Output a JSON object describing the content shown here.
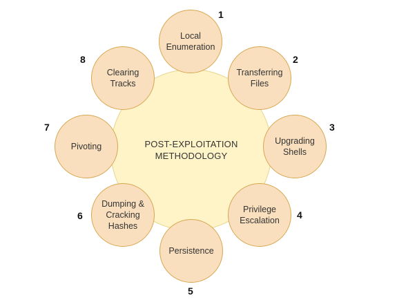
{
  "center": {
    "title": "POST-EXPLOITATION\nMETHODOLOGY"
  },
  "steps": [
    {
      "number": "1",
      "label": "Local\nEnumeration"
    },
    {
      "number": "2",
      "label": "Transferring\nFiles"
    },
    {
      "number": "3",
      "label": "Upgrading\nShells"
    },
    {
      "number": "4",
      "label": "Privilege\nEscalation"
    },
    {
      "number": "5",
      "label": "Persistence"
    },
    {
      "number": "6",
      "label": "Dumping &\nCracking\nHashes"
    },
    {
      "number": "7",
      "label": "Pivoting"
    },
    {
      "number": "8",
      "label": "Clearing\nTracks"
    }
  ],
  "colors": {
    "hub_fill": "#fff3c8",
    "node_fill": "#f9dfbd",
    "node_border": "#d7a64f",
    "text": "#333333"
  }
}
